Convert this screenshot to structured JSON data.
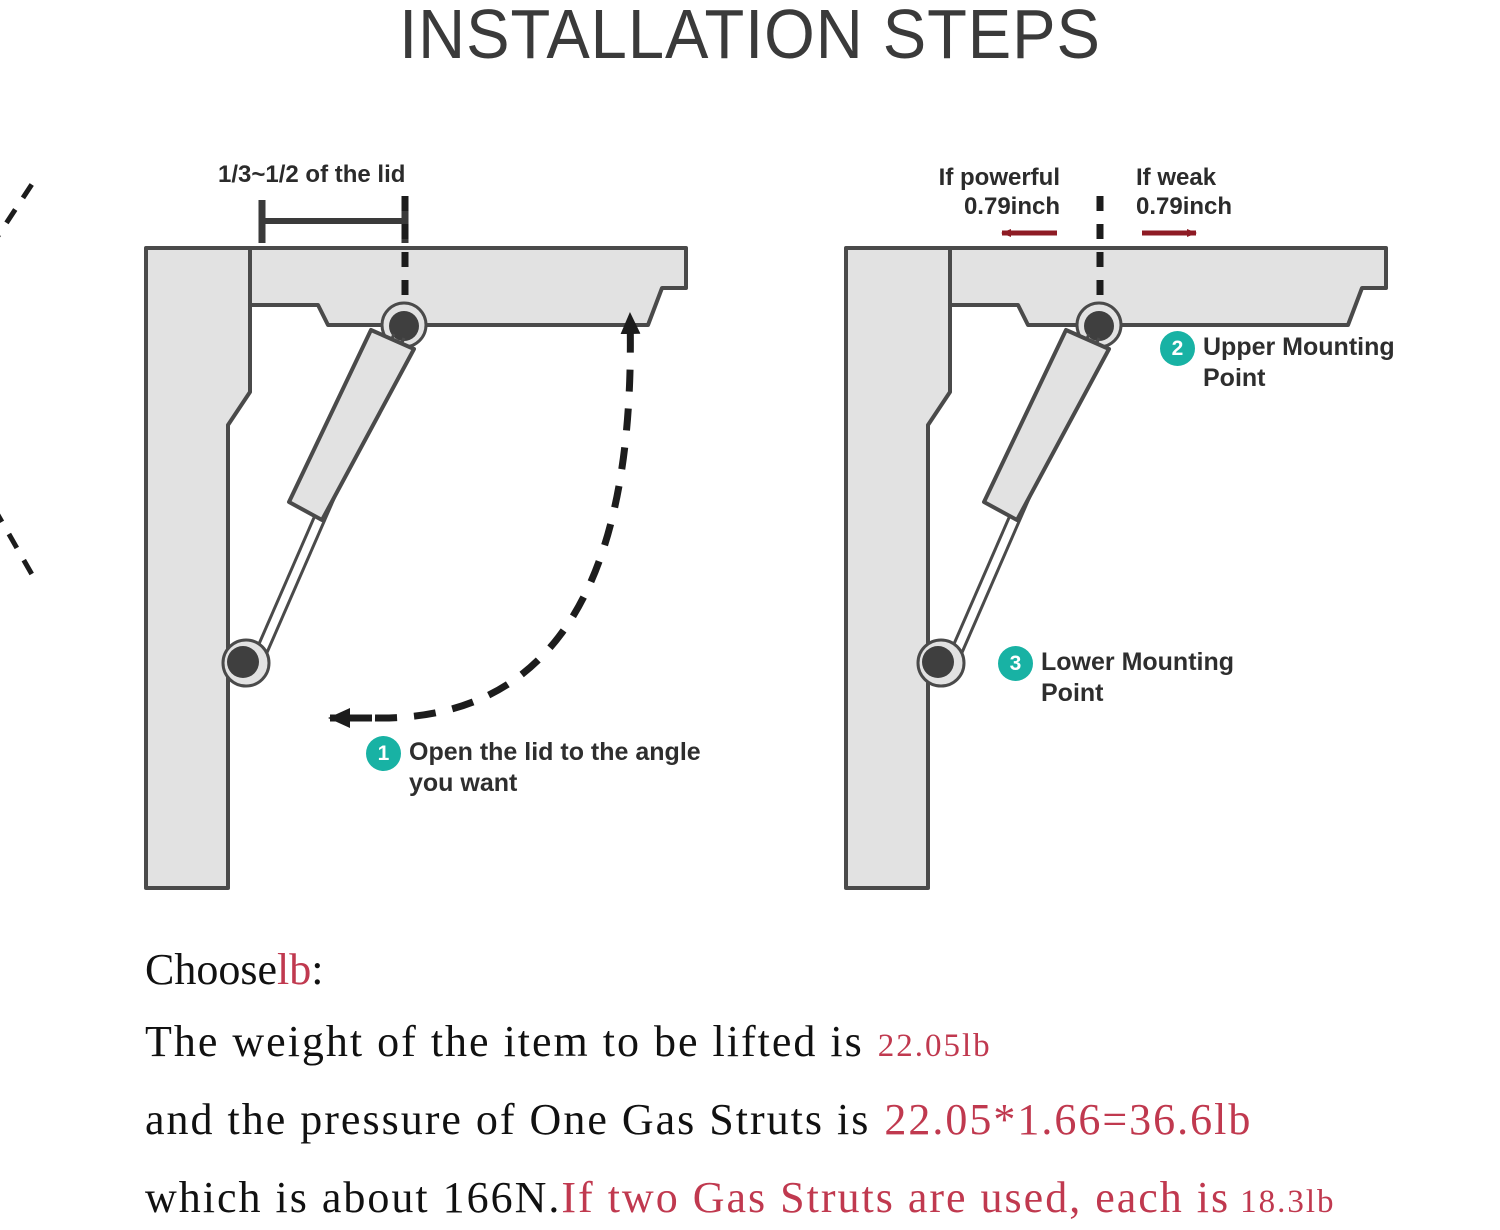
{
  "title": "INSTALLATION STEPS",
  "colors": {
    "badge_teal": "#18b2a4",
    "arrow_red": "#8e1b24",
    "text_dark": "#2e2e2e",
    "panel_fill": "#e2e2e2",
    "panel_stroke": "#4a4a4a",
    "red_text": "#c0394f"
  },
  "left_diagram": {
    "dimension_label": "1/3~1/2 of the lid",
    "callout": {
      "number": "1",
      "text": "Open the lid to the angle\nyou want"
    }
  },
  "right_diagram": {
    "left_label": "If powerful\n0.79inch",
    "right_label": "If weak\n0.79inch",
    "callouts": [
      {
        "number": "2",
        "text": "Upper Mounting\nPoint"
      },
      {
        "number": "3",
        "text": "Lower Mounting\nPoint"
      }
    ]
  },
  "bottom_text": {
    "line1_black_a": "Choose",
    "line1_red": "lb",
    "line1_black_b": ":",
    "line2_black": "The weight of the item to be lifted is",
    "line2_red": "22.05lb",
    "line3_black": "and the pressure of One Gas Struts is",
    "line3_red": "22.05*1.66=36.6lb",
    "line4_black": "which is about 166N.",
    "line4_red_a": "If two Gas Struts are used, each is",
    "line4_red_b": "18.3lb"
  }
}
